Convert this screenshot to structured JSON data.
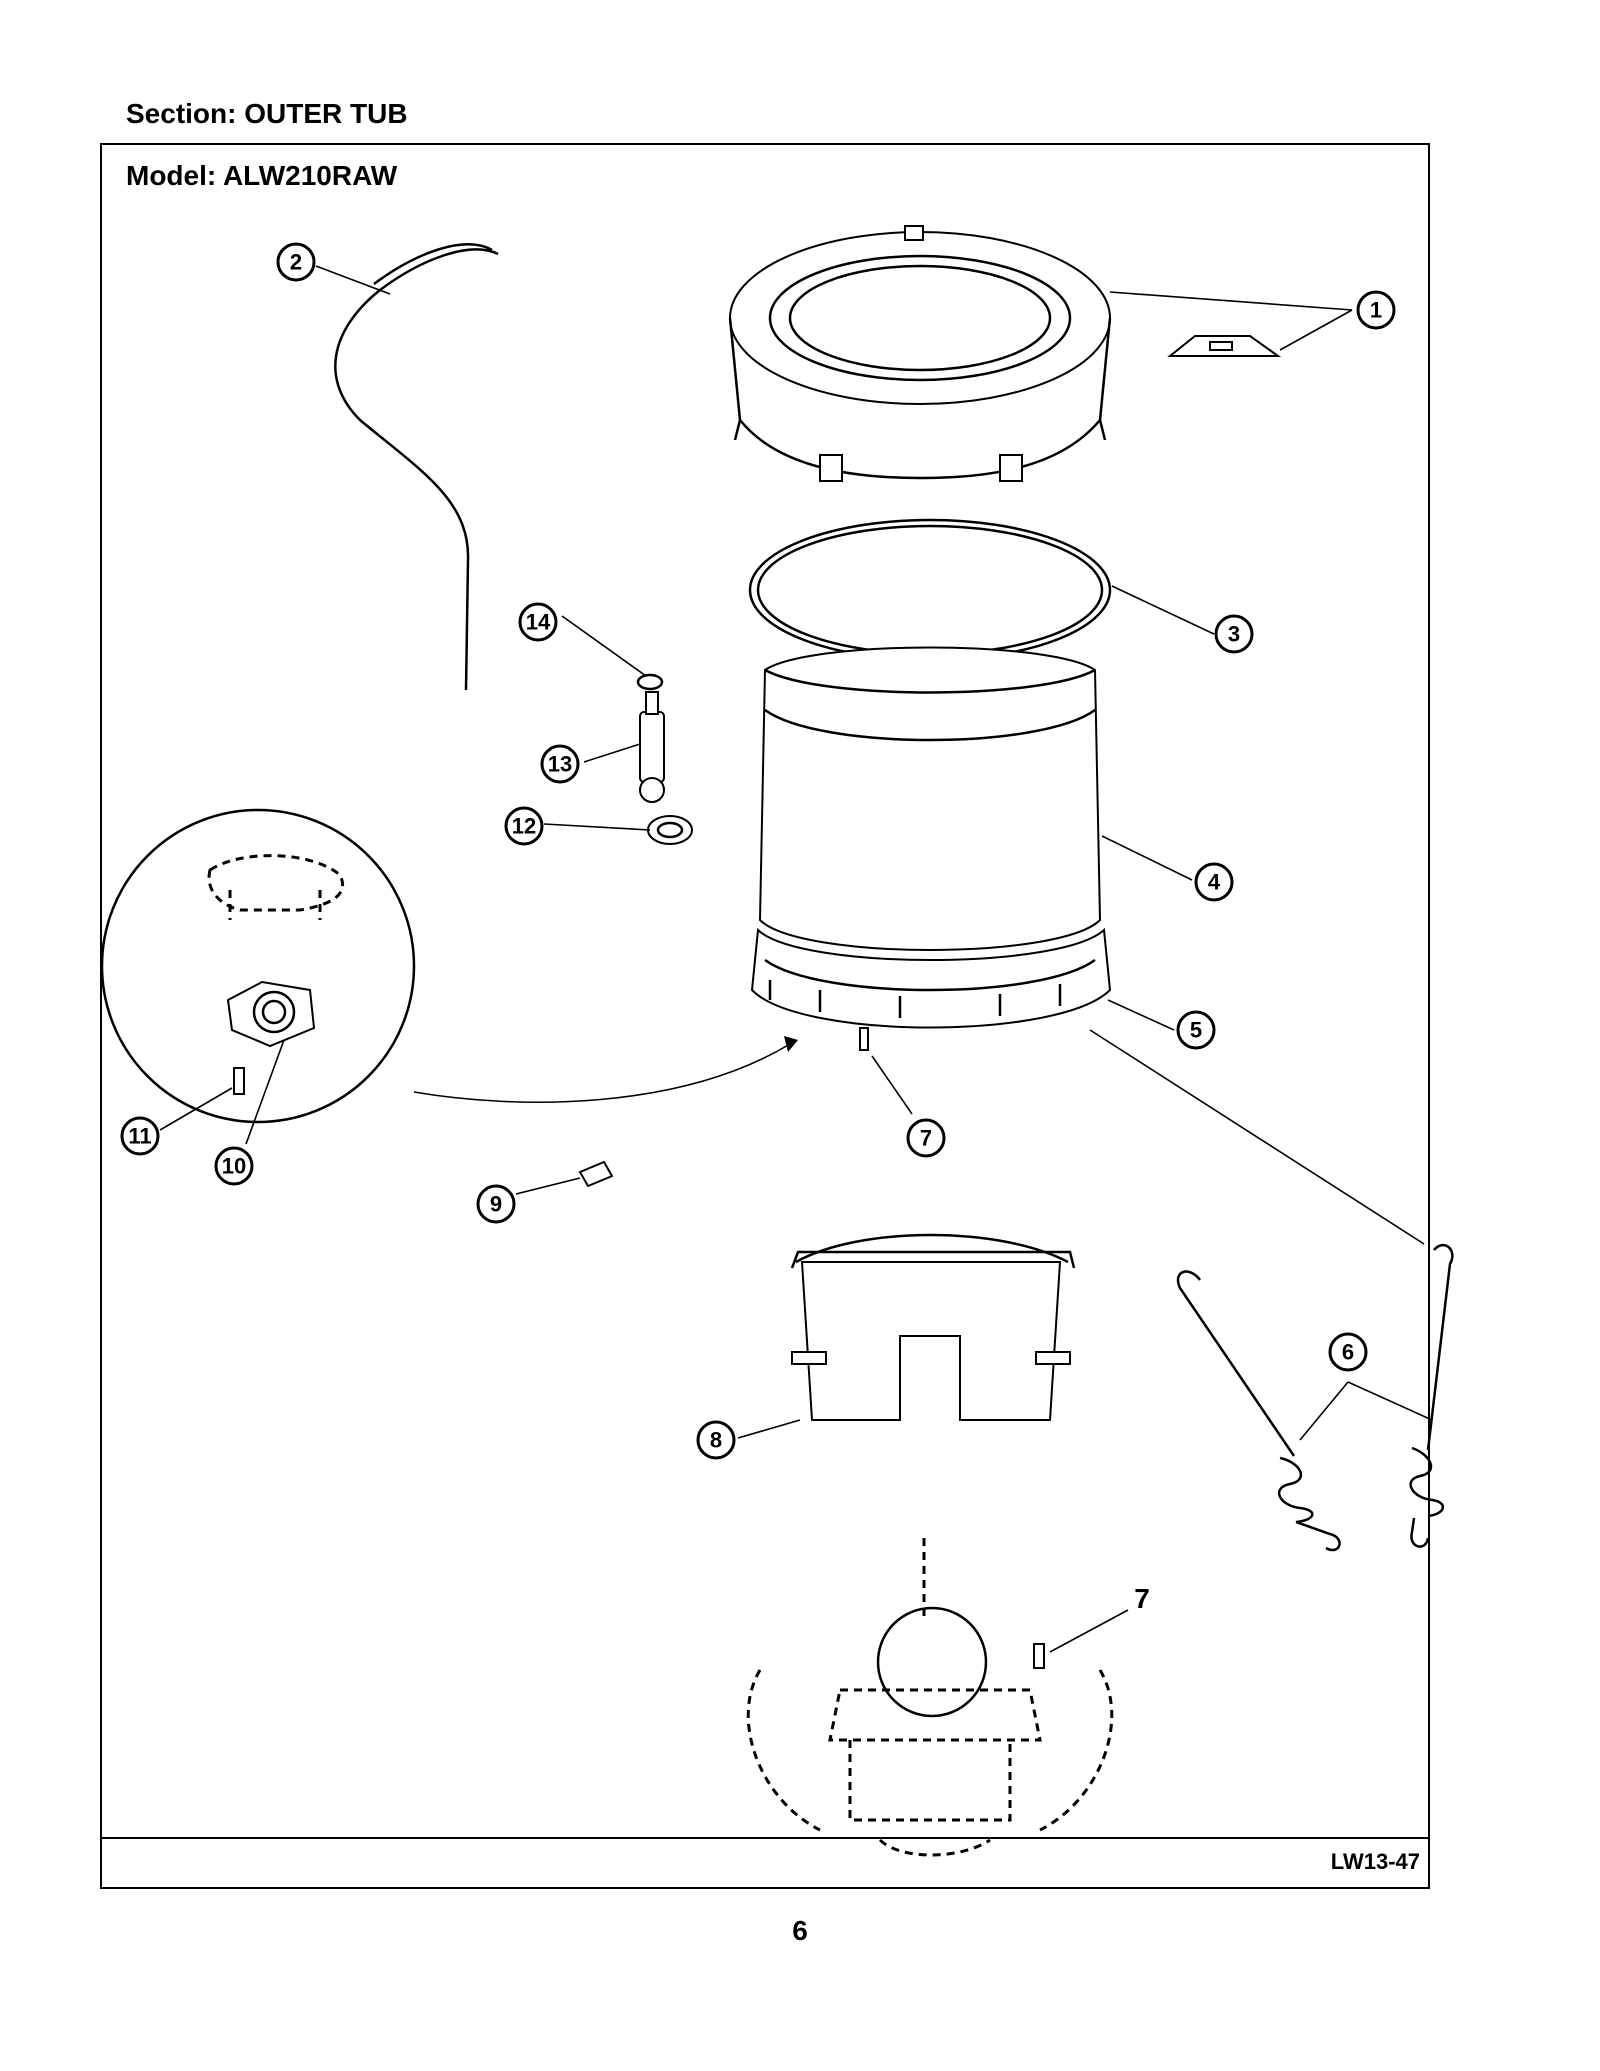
{
  "header": {
    "section": "Section:  OUTER TUB",
    "model": "Model:  ALW210RAW"
  },
  "footer": {
    "code": "LW13-47",
    "page": "6"
  },
  "callouts": {
    "c1": "1",
    "c2": "2",
    "c3": "3",
    "c4": "4",
    "c5": "5",
    "c6": "6",
    "c7": "7",
    "c7b": "7",
    "c8": "8",
    "c9": "9",
    "c10": "10",
    "c11": "11",
    "c12": "12",
    "c13": "13",
    "c14": "14"
  }
}
